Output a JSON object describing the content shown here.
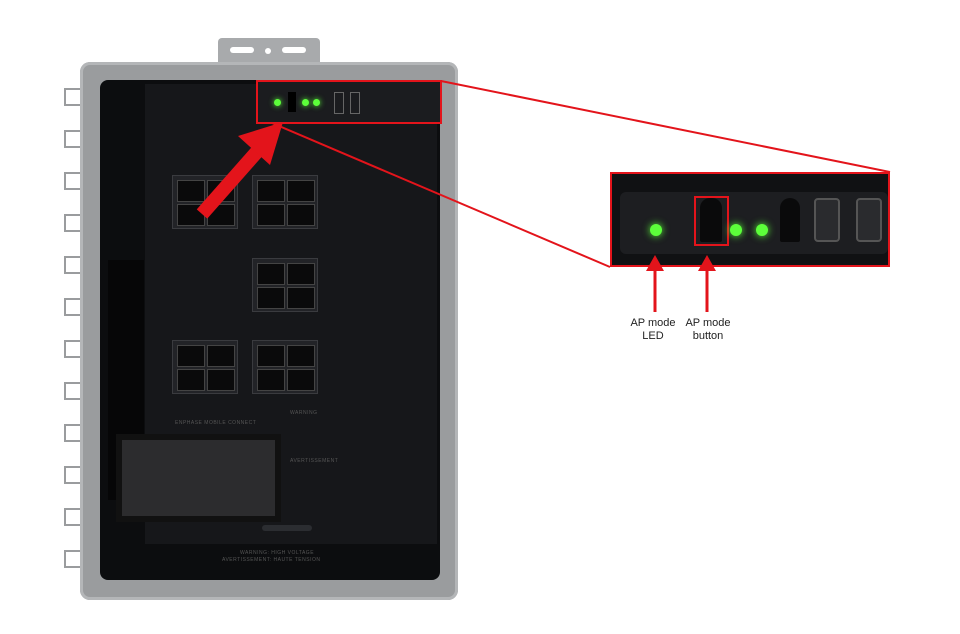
{
  "figure": {
    "callouts": [
      {
        "label_line1": "AP mode",
        "label_line2": "LED"
      },
      {
        "label_line1": "AP mode",
        "label_line2": "button"
      }
    ],
    "photo_text": {
      "plate": "ENPHASE MOBILE CONNECT",
      "warning_title": "WARNING",
      "avertissement_title": "AVERTISSEMENT",
      "bottom_warning_1": "WARNING: HIGH VOLTAGE",
      "bottom_warning_2": "AVERTISSEMENT: HAUTE TENSION"
    },
    "colors": {
      "annotation": "#e3141b",
      "led": "#5cff3a",
      "case": "#9a9c9e"
    }
  }
}
